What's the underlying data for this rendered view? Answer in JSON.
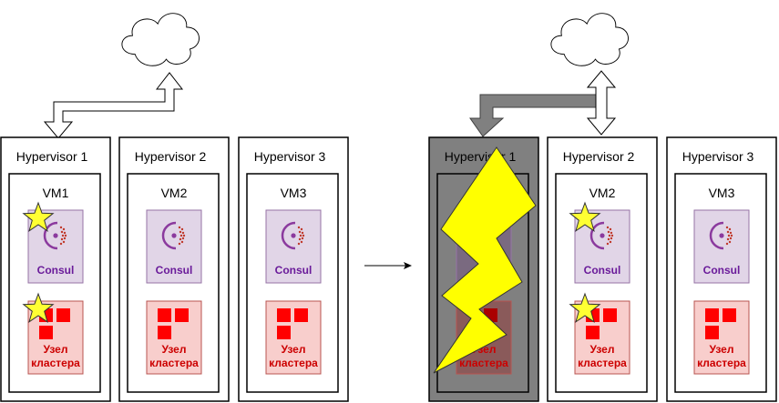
{
  "left": {
    "hypervisors": [
      {
        "title": "Hypervisor 1",
        "vm": "VM1",
        "consul": "Consul",
        "node": [
          "Узел",
          "кластера"
        ],
        "leader": true,
        "failed": false
      },
      {
        "title": "Hypervisor 2",
        "vm": "VM2",
        "consul": "Consul",
        "node": [
          "Узел",
          "кластера"
        ],
        "leader": false,
        "failed": false
      },
      {
        "title": "Hypervisor 3",
        "vm": "VM3",
        "consul": "Consul",
        "node": [
          "Узел",
          "кластера"
        ],
        "leader": false,
        "failed": false
      }
    ]
  },
  "right": {
    "hypervisors": [
      {
        "title": "Hypervisor 1",
        "vm": "",
        "consul": "",
        "node": [
          "Узел",
          "кластера"
        ],
        "leader": false,
        "failed": true
      },
      {
        "title": "Hypervisor 2",
        "vm": "VM2",
        "consul": "Consul",
        "node": [
          "Узел",
          "кластера"
        ],
        "leader": true,
        "failed": false
      },
      {
        "title": "Hypervisor 3",
        "vm": "VM3",
        "consul": "Consul",
        "node": [
          "Узел",
          "кластера"
        ],
        "leader": false,
        "failed": false
      }
    ]
  },
  "colors": {
    "consul_fill": "#e1d5e7",
    "consul_stroke": "#9673a6",
    "node_fill": "#f8cecc",
    "node_stroke": "#b85450",
    "star": "#ffff33",
    "failed_fill": "#808080",
    "lightning": "#ffff00"
  }
}
